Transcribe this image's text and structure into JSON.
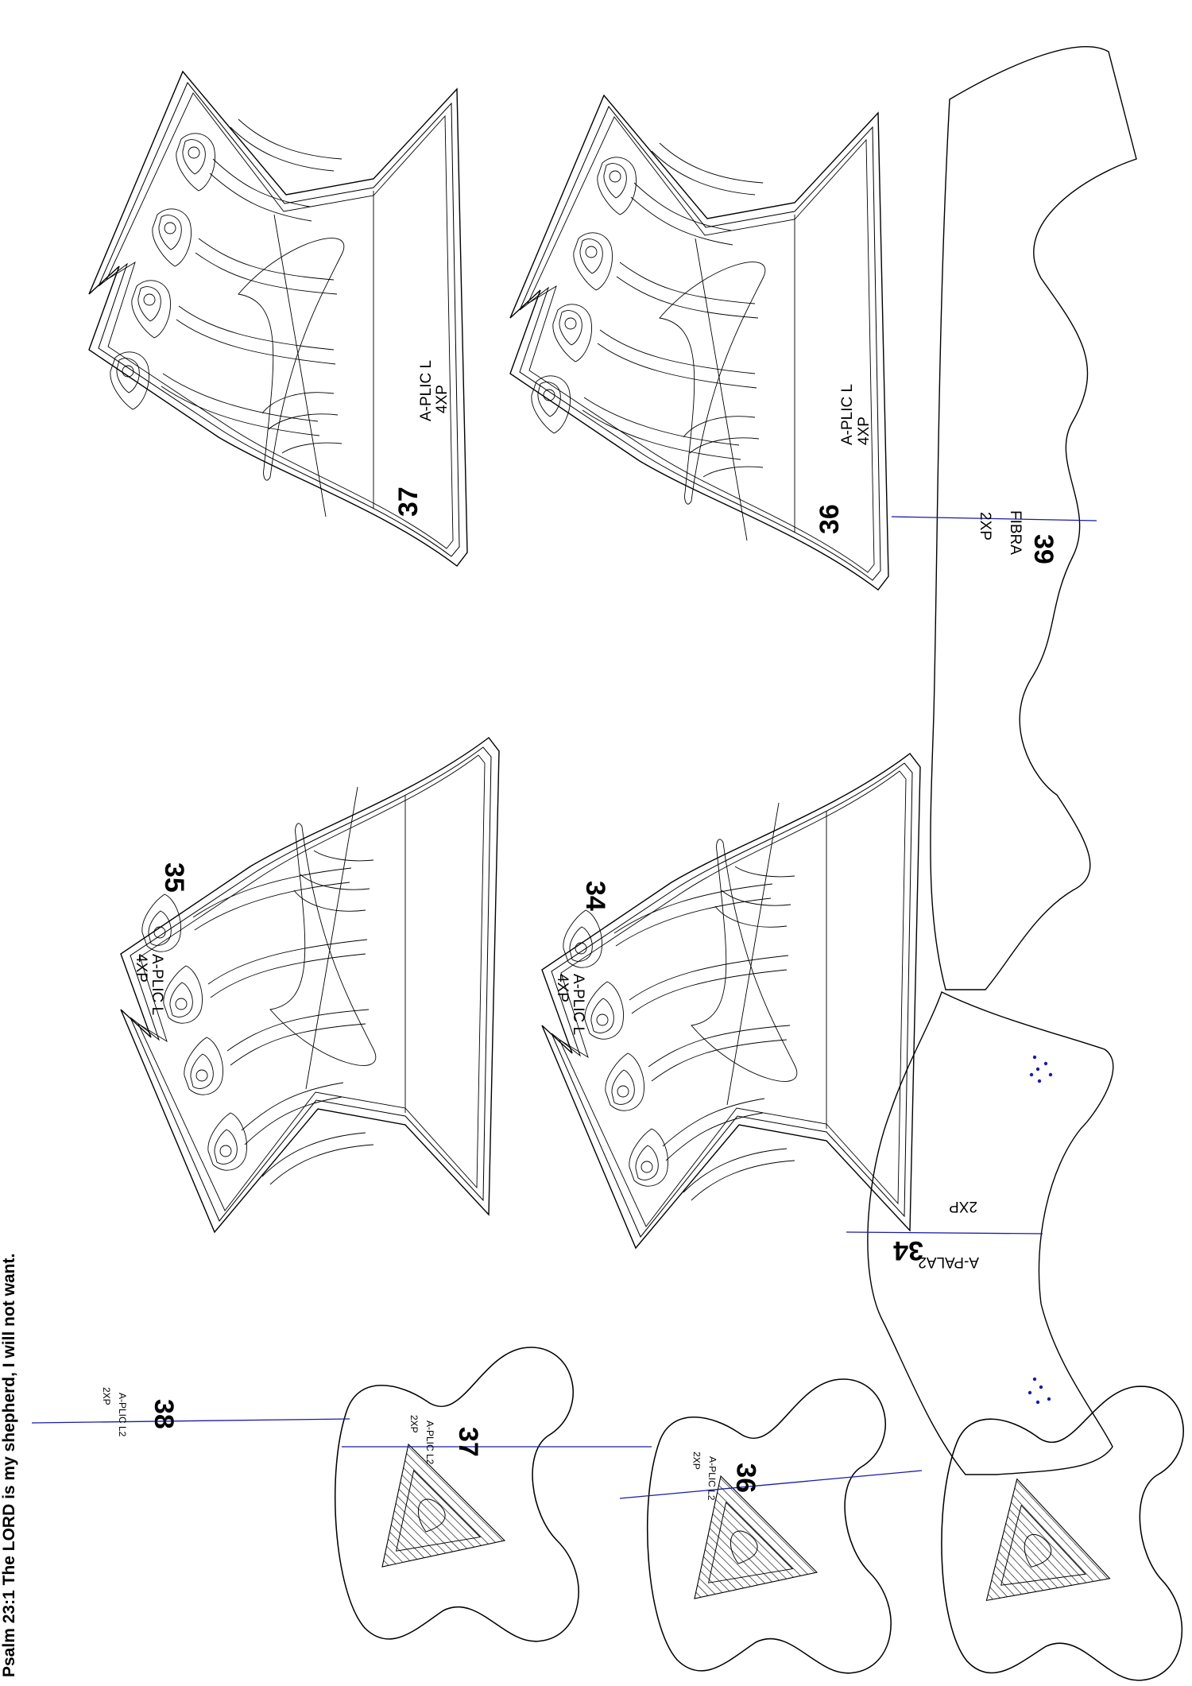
{
  "verse": "Psalm 23:1 The LORD is my shepherd, I will not want.",
  "colors": {
    "outline": "#000000",
    "guide_line": "#1a1aa8",
    "background": "#ffffff"
  },
  "pieces": {
    "p37": {
      "number": "37",
      "name": "A-PLIC L",
      "qty": "4XP"
    },
    "p36": {
      "number": "36",
      "name": "A-PLIC L",
      "qty": "4XP"
    },
    "p35": {
      "number": "35",
      "name": "A-PLIC L",
      "qty": "4XP"
    },
    "p34": {
      "number": "34",
      "name": "A-PLIC L",
      "qty": "4XP"
    },
    "p39": {
      "number": "39",
      "name": "FIBRA",
      "qty": "2XP"
    },
    "pala": {
      "number": "34",
      "name": "A-PALA2",
      "qty": "2XP"
    },
    "t38": {
      "number": "38",
      "name": "A-PLIC L2",
      "qty": "2XP"
    },
    "t37": {
      "number": "37",
      "name": "A-PLIC L2",
      "qty": "2XP"
    },
    "t36": {
      "number": "36",
      "name": "A-PLIC L2",
      "qty": "2XP"
    }
  }
}
